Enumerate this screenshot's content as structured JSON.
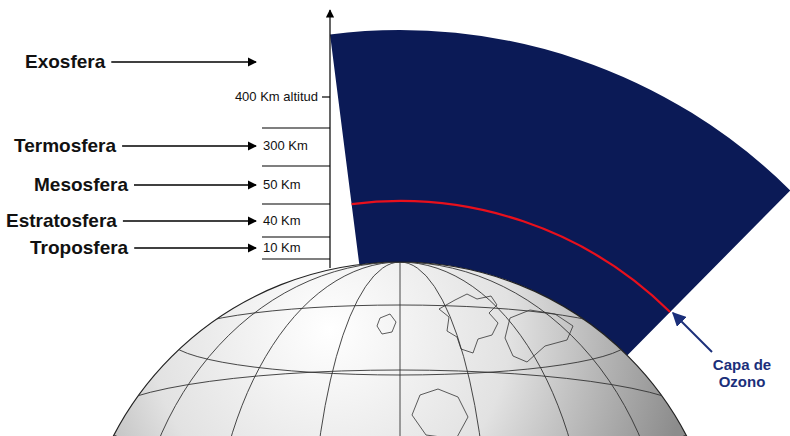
{
  "diagram": {
    "labels": [
      "Exosfera",
      "400 Km altitud",
      "Termosfera",
      "300 Km",
      "Mesosfera",
      "50 Km",
      "Estratosfera",
      "40 Km",
      "Troposfera",
      "10 Km",
      "Capa de Ozono"
    ]
  }
}
